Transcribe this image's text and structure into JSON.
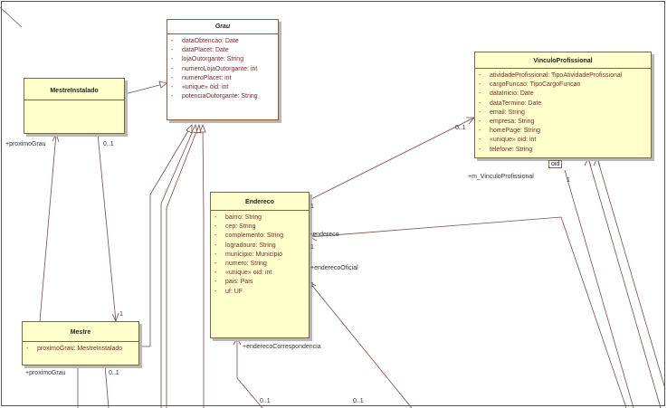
{
  "classes": {
    "grau": {
      "name": "Grau",
      "attributes": [
        {
          "vis": "-",
          "text": "dataObtencao:  Date"
        },
        {
          "vis": "-",
          "text": "dataPlacet:  Date"
        },
        {
          "vis": "-",
          "text": "lojaOutorgante:  String"
        },
        {
          "vis": "-",
          "text": "numeroLojaOutorgante:  int"
        },
        {
          "vis": "-",
          "text": "numeroPlacet:  int"
        },
        {
          "vis": "-",
          "text": "«unique» oid:  int"
        },
        {
          "vis": "-",
          "text": "potenciaOutorgante:  String"
        }
      ]
    },
    "mestreInstalado": {
      "name": "MestreInstalado"
    },
    "mestre": {
      "name": "Mestre",
      "attributes": [
        {
          "vis": "-",
          "text": "proximoGrau:  MestreInstalado"
        }
      ]
    },
    "endereco": {
      "name": "Endereco",
      "attributes": [
        {
          "vis": "-",
          "text": "bairro:  String"
        },
        {
          "vis": "-",
          "text": "cep:  String"
        },
        {
          "vis": "-",
          "text": "complemento:  String"
        },
        {
          "vis": "-",
          "text": "logradouro:  String"
        },
        {
          "vis": "-",
          "text": "municipio:  Municipio"
        },
        {
          "vis": "-",
          "text": "numero:  String"
        },
        {
          "vis": "-",
          "text": "«unique» oid:  int"
        },
        {
          "vis": "-",
          "text": "pais:  Pais"
        },
        {
          "vis": "-",
          "text": "uf:  UF"
        }
      ]
    },
    "vinculoProfissional": {
      "name": "VinculoProfissional",
      "attributes": [
        {
          "vis": "-",
          "text": "atividadeProfissional:  TipoAtividadeProfissional"
        },
        {
          "vis": "-",
          "text": "cargoFuncao:  TipoCargoFuncao"
        },
        {
          "vis": "-",
          "text": "dataInicio:  Date"
        },
        {
          "vis": "-",
          "text": "dataTermino:  Date"
        },
        {
          "vis": "-",
          "text": "email:  String"
        },
        {
          "vis": "-",
          "text": "empresa:  String"
        },
        {
          "vis": "-",
          "text": "homePage:  String"
        },
        {
          "vis": "-",
          "text": "«unique» oid:  int"
        },
        {
          "vis": "-",
          "text": "telefone:  String"
        }
      ]
    }
  },
  "labels": {
    "proximoGrau_top": "+proximoGrau",
    "mult_mi_01": "0..1",
    "mult_mestre_1": "1",
    "proximoGrau_bottom": "+proximoGrau",
    "mult_mestre_01": "0..1",
    "mult_vinculo_01": "0..1",
    "mult_endereco_1": "1",
    "endereco_role": "-endereco",
    "mult_endereco_1b": "1",
    "enderecoOficial": "+enderecoOficial",
    "mult_endereco_1c": "1",
    "enderecoCorrespondencia": "+enderecoCorrespondencia",
    "mult_bottom_01a": "0..1",
    "mult_bottom_01b": "0..1",
    "m_vinculo": "+m_VinculoProfissional",
    "mult_vinculo_1": "1",
    "qualifier_oid": "oid"
  }
}
